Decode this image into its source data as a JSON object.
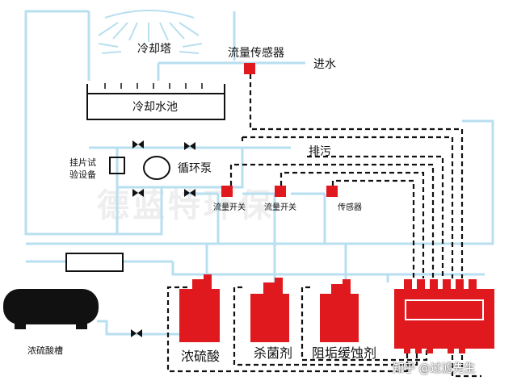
{
  "labels": {
    "cooling_tower": "冷却塔",
    "flow_sensor_top": "流量传感器",
    "water_inlet": "进水",
    "cooling_pool": "冷却水池",
    "drain": "排污",
    "test_coupon_line1": "挂片试",
    "test_coupon_line2": "验设备",
    "circulation_pump": "循环泵",
    "flow_switch_1": "流量开关",
    "flow_switch_2": "流量开关",
    "sensor": "传感器",
    "acid_tank": "浓硫酸槽",
    "sulfuric_acid": "浓硫酸",
    "biocide": "杀菌剂",
    "scale_inhibitor": "阻垢缓蚀剂"
  },
  "watermark_text": "德蓝特环保",
  "credit": "知乎 @过滤先生",
  "colors": {
    "pipe": "#b8dff0",
    "signal": "#111111",
    "tank_red": "#e0191e",
    "equipment_black": "#111111"
  }
}
